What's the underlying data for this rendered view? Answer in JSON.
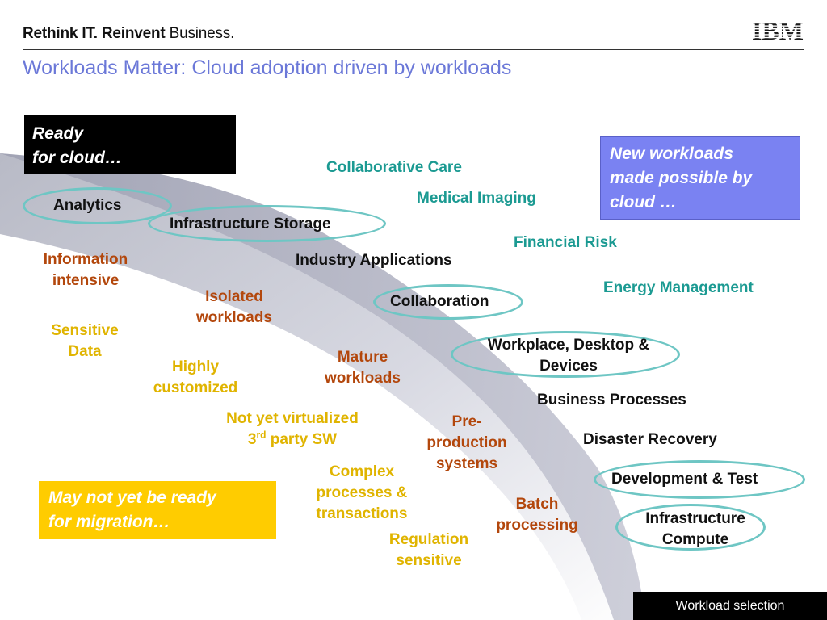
{
  "header": {
    "tagline_bold": "Rethink IT. Reinvent",
    "tagline_rest": " Business.",
    "logo_text": "IBM"
  },
  "title": "Workloads Matter:  Cloud adoption driven by workloads",
  "boxes": {
    "ready_line1": "Ready",
    "ready_line2": "for cloud…",
    "new_line1": "New workloads",
    "new_line2": "made possible by",
    "new_line3": "cloud …",
    "may_line1": "May not yet be ready",
    "may_line2": "for migration…"
  },
  "ready_workloads": {
    "analytics": "Analytics",
    "infrastructure_storage": "Infrastructure Storage",
    "industry_applications": "Industry Applications",
    "collaboration": "Collaboration",
    "workplace_line1": "Workplace, Desktop &",
    "workplace_line2": "Devices",
    "business_processes": "Business Processes",
    "disaster_recovery": "Disaster Recovery",
    "development_test": "Development & Test",
    "infra_compute_line1": "Infrastructure",
    "infra_compute_line2": "Compute"
  },
  "new_workloads": {
    "collaborative_care": "Collaborative Care",
    "medical_imaging": "Medical Imaging",
    "financial_risk": "Financial Risk",
    "energy_management": "Energy Management"
  },
  "not_ready_brown": {
    "info_line1": "Information",
    "info_line2": "intensive",
    "isolated_line1": "Isolated",
    "isolated_line2": "workloads",
    "mature_line1": "Mature",
    "mature_line2": "workloads",
    "preprod_line1": "Pre-",
    "preprod_line2": "production",
    "preprod_line3": "systems",
    "batch_line1": "Batch",
    "batch_line2": "processing"
  },
  "not_ready_yellow": {
    "sensitive_line1": "Sensitive",
    "sensitive_line2": "Data",
    "highly_line1": "Highly",
    "highly_line2": "customized",
    "notvirt_line1": "Not yet virtualized",
    "notvirt_line2a": "3",
    "notvirt_line2sup": "rd",
    "notvirt_line2b": " party SW",
    "complex_line1": "Complex",
    "complex_line2": "processes &",
    "complex_line3": "transactions",
    "regulation_line1": "Regulation",
    "regulation_line2": "sensitive"
  },
  "footer": {
    "label": "Workload selection"
  },
  "colors": {
    "title": "#6b78d8",
    "teal": "#1b9a92",
    "brown": "#b3470c",
    "yellow": "#e0b400",
    "ellipse": "#6ec6c4",
    "new_box": "#7a82f2",
    "may_box": "#ffcc00"
  }
}
